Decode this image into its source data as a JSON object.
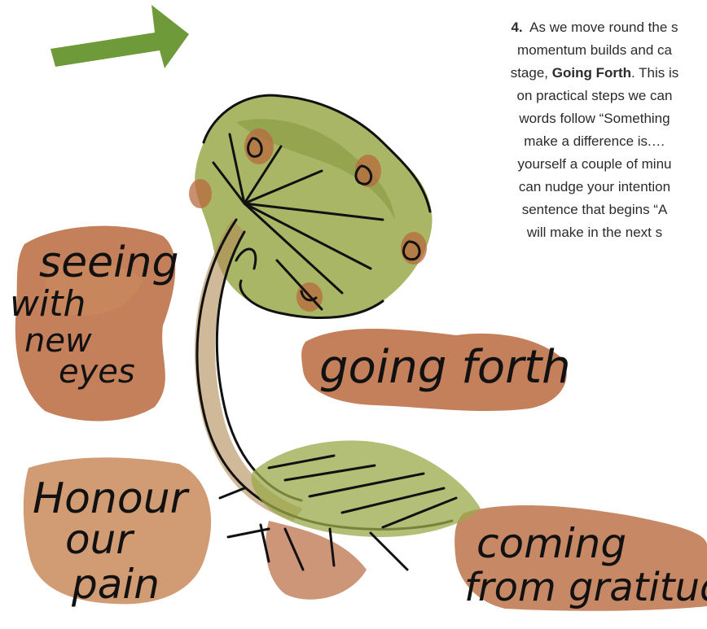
{
  "caption": {
    "number": "4.",
    "line1_rest": "As we move round the s",
    "line2": "momentum builds and ca",
    "line3_pre": "stage,",
    "line3_bold": "Going Forth",
    "line3_post": ". This is",
    "line4": "on practical steps we can",
    "line5": "words follow “Something",
    "line6": "make a difference is.…",
    "line7": "yourself a couple of minu",
    "line8": "can nudge your intention",
    "line9": "sentence that begins “A",
    "line10": "will make in the next s"
  },
  "labels": {
    "seeing_1": "seeing",
    "seeing_2": "with",
    "seeing_3": "new",
    "seeing_4": "eyes",
    "going": "going forth",
    "honour_1": "Honour",
    "honour_2": "our",
    "honour_3": "pain",
    "coming_1": "coming",
    "coming_2": "from gratitude"
  },
  "colors": {
    "arrow": "#6e9a3a",
    "leaf": "#9aa94a",
    "leaf_dark": "#7f913a",
    "rust": "#b86a3e",
    "rust_light": "#c98a5c",
    "stem": "#b08a55",
    "ink": "#111111"
  }
}
